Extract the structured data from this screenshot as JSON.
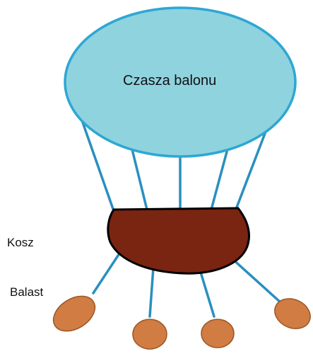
{
  "diagram": {
    "labels": {
      "canopy": "Czasza balonu",
      "basket": "Kosz",
      "ballast": "Balast"
    },
    "colors": {
      "canopy_fill": "#8fd3df",
      "canopy_stroke": "#2ea7d3",
      "rope": "#2a8fbf",
      "basket_fill": "#7a2412",
      "basket_stroke": "#000000",
      "ballast_fill": "#d07c43",
      "ballast_stroke": "#9a5727"
    },
    "counts": {
      "suspension_lines": 5,
      "ballast_lines": 4,
      "ballast_bags": 4
    }
  }
}
